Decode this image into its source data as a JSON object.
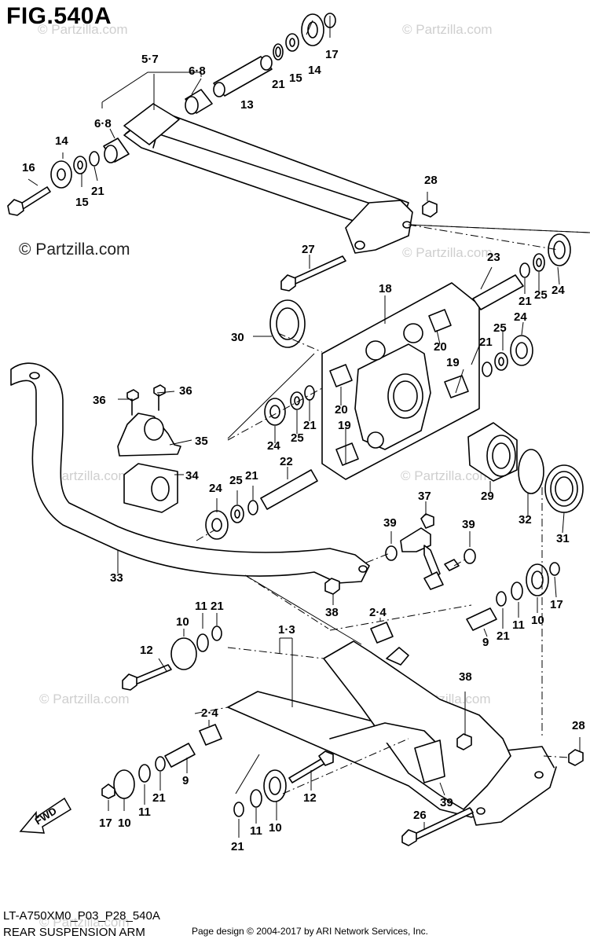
{
  "title": "FIG.540A",
  "watermarks": [
    "© Partzilla.com",
    "© Partzilla.com",
    "© Partzilla.com",
    "© Partzilla.com",
    "© Partzilla.com",
    "© Partzilla.com",
    "© Partzilla.com",
    "© Partzilla.com"
  ],
  "watermark_main": "© Partzilla.com",
  "direction_label": "FWD",
  "callouts": {
    "c57": "5·7",
    "c68a": "6·8",
    "c68b": "6·8",
    "c13": "13",
    "c21a": "21",
    "c15a": "15",
    "c14a": "14",
    "c17a": "17",
    "c14b": "14",
    "c16": "16",
    "c15b": "15",
    "c21b": "21",
    "c28a": "28",
    "c27": "27",
    "c23": "23",
    "c21c": "21",
    "c25a": "25",
    "c24a": "24",
    "c18": "18",
    "c30": "30",
    "c25b": "25",
    "c24b": "24",
    "c21d": "21",
    "c20a": "20",
    "c19a": "19",
    "c20b": "20",
    "c36a": "36",
    "c36b": "36",
    "c35": "35",
    "c24c": "24",
    "c25c": "25",
    "c21e": "21",
    "c19b": "19",
    "c22": "22",
    "c34": "34",
    "c24d": "24",
    "c25d": "25",
    "c21f": "21",
    "c29": "29",
    "c32": "32",
    "c31": "31",
    "c33": "33",
    "c37": "37",
    "c39a": "39",
    "c39b": "39",
    "c38a": "38",
    "c11a": "11",
    "c21g": "21",
    "c10a": "10",
    "c12a": "12",
    "c13b": "1·3",
    "c24e": "2·4",
    "c9a": "9",
    "c21h": "21",
    "c11b": "11",
    "c10b": "10",
    "c17b": "17",
    "c38b": "38",
    "c24f": "2·4",
    "c9b": "9",
    "c21i": "21",
    "c11c": "11",
    "c10c": "10",
    "c17c": "17",
    "c12b": "12",
    "c28b": "28",
    "c39c": "39",
    "c26": "26",
    "c21j": "21",
    "c11d": "11",
    "c10d": "10"
  },
  "footer": {
    "code": "LT-A750XM0_P03_P28_540A",
    "name": "REAR SUSPENSION ARM",
    "copyright": "Page design © 2004-2017 by ARI Network Services, Inc."
  }
}
